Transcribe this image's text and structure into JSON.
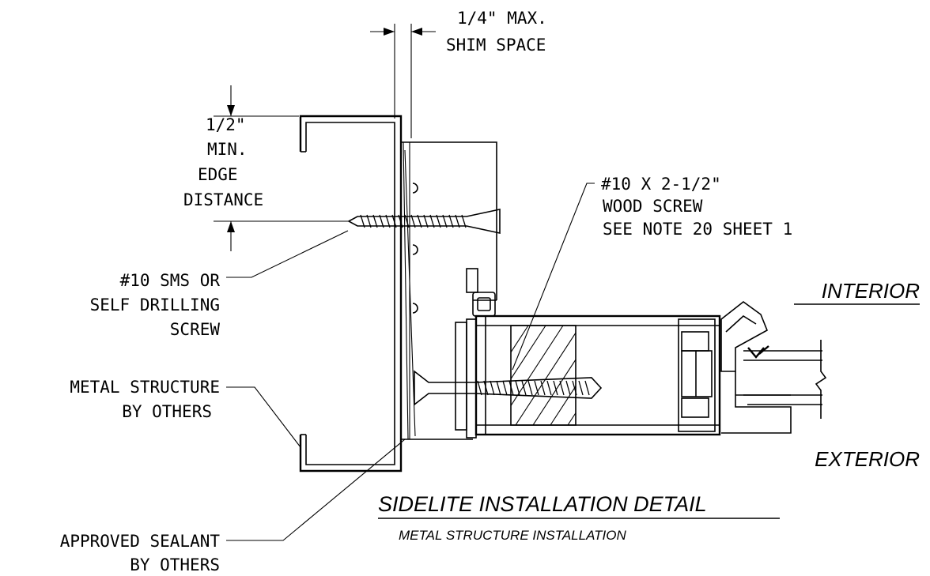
{
  "labels": {
    "shim_line1": "1/4\" MAX.",
    "shim_line2": "SHIM SPACE",
    "edge_line1": "1/2\"",
    "edge_line2": "MIN.",
    "edge_line3": "EDGE",
    "edge_line4": "DISTANCE",
    "wood_line1": "#10 X 2-1/2\"",
    "wood_line2": "WOOD SCREW",
    "wood_line3": "SEE NOTE 20 SHEET 1",
    "sms_line1": "#10 SMS OR",
    "sms_line2": "SELF DRILLING",
    "sms_line3": "SCREW",
    "metal_line1": "METAL STRUCTURE",
    "metal_line2": "BY OTHERS",
    "sealant_line1": "APPROVED SEALANT",
    "sealant_line2": "BY OTHERS",
    "interior": "INTERIOR",
    "exterior": "EXTERIOR",
    "title": "SIDELITE INSTALLATION DETAIL",
    "subtitle": "METAL STRUCTURE INSTALLATION"
  }
}
